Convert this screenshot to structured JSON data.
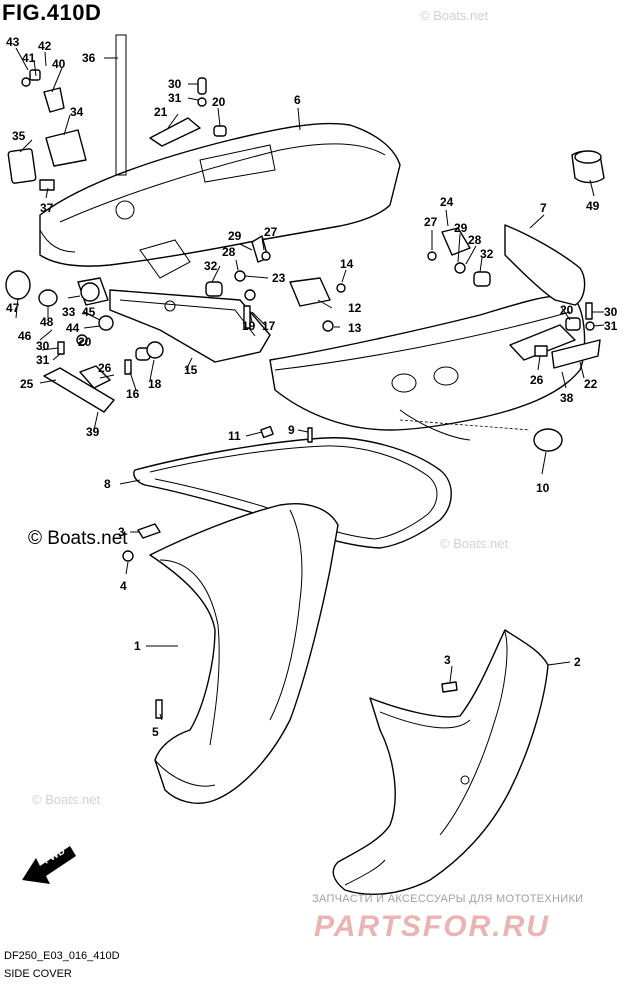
{
  "figure": {
    "title": "FIG.410D",
    "code": "DF250_E03_016_410D",
    "caption": "SIDE COVER"
  },
  "watermarks": {
    "short": "© Boats.net",
    "large": "© Boats.net",
    "ru_line": "ЗАПЧАСТИ И АКСЕССУАРЫ ДЛЯ МОТОТЕХНИКИ",
    "brand": "PARTSFOR.RU"
  },
  "fwd_label": "FWD",
  "callouts": [
    "43",
    "42",
    "41",
    "40",
    "36",
    "34",
    "35",
    "37",
    "30",
    "31",
    "21",
    "20",
    "6",
    "49",
    "7",
    "24",
    "27",
    "29",
    "28",
    "32",
    "27",
    "29",
    "28",
    "32",
    "23",
    "14",
    "12",
    "13",
    "19",
    "17",
    "15",
    "18",
    "16",
    "26",
    "25",
    "39",
    "47",
    "48",
    "33",
    "45",
    "44",
    "20",
    "46",
    "30",
    "31",
    "30",
    "31",
    "20",
    "26",
    "22",
    "38",
    "11",
    "9",
    "10",
    "8",
    "3",
    "4",
    "1",
    "5",
    "3",
    "2"
  ]
}
